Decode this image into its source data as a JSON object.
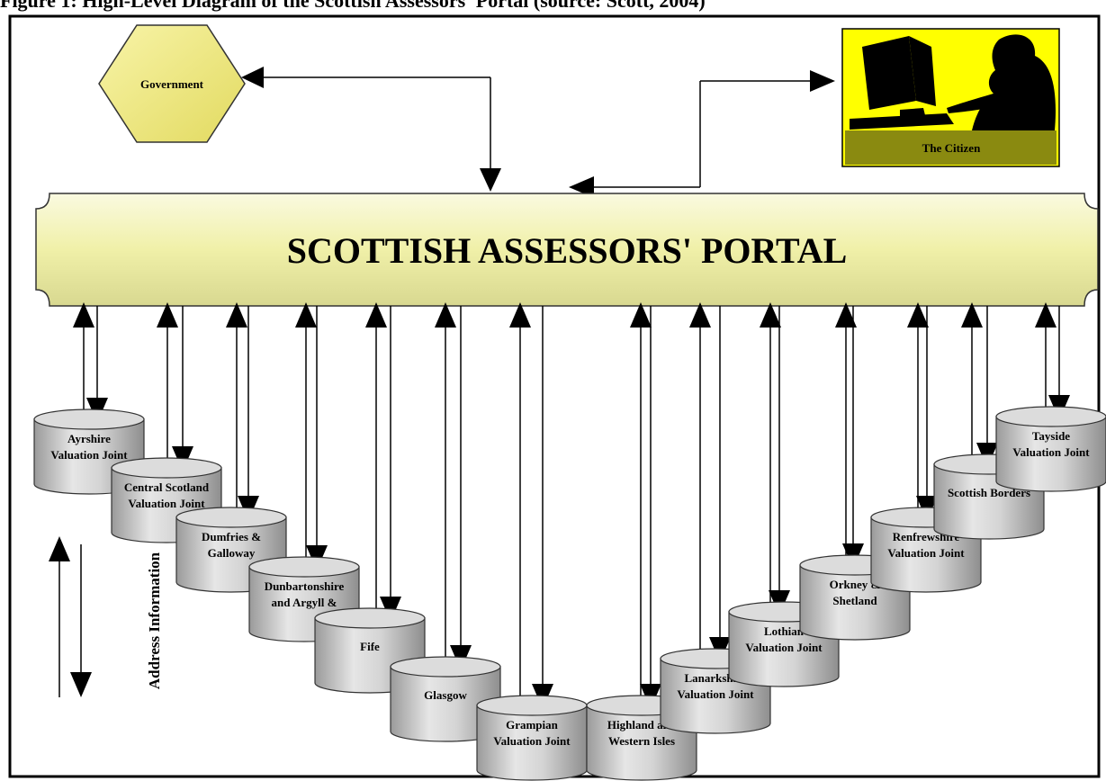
{
  "figure": {
    "title": "Figure 1: High-Level Diagram of the Scottish Assessors' Portal (source: Scott, 2004)"
  },
  "portal": {
    "label": "SCOTTISH ASSESSORS' PORTAL"
  },
  "government": {
    "label": "Government"
  },
  "citizen": {
    "label": "The Citizen"
  },
  "side_label": "Address Information",
  "colors": {
    "portal_fill": "#f0f0a8",
    "hexagon_fill": "#f2ee8a",
    "citizen_bg": "#ffff00",
    "citizen_label_bg": "#8a8a10",
    "database_fill": "#c8c8c8"
  },
  "boards": [
    {
      "lines": [
        "Ayrshire",
        "Valuation Joint"
      ]
    },
    {
      "lines": [
        "Central Scotland",
        "Valuation Joint"
      ]
    },
    {
      "lines": [
        "Dumfries &",
        "Galloway"
      ]
    },
    {
      "lines": [
        "Dunbartonshire",
        "and Argyll &"
      ]
    },
    {
      "lines": [
        "Fife"
      ]
    },
    {
      "lines": [
        "Glasgow"
      ]
    },
    {
      "lines": [
        "Grampian",
        "Valuation Joint"
      ]
    },
    {
      "lines": [
        "Highland and",
        "Western Isles"
      ]
    },
    {
      "lines": [
        "Lanarkshire",
        "Valuation Joint"
      ]
    },
    {
      "lines": [
        "Lothian",
        "Valuation Joint"
      ]
    },
    {
      "lines": [
        "Orkney &",
        "Shetland"
      ]
    },
    {
      "lines": [
        "Renfrewshire",
        "Valuation Joint"
      ]
    },
    {
      "lines": [
        "Scottish Borders"
      ]
    },
    {
      "lines": [
        "Tayside",
        "Valuation Joint"
      ]
    }
  ]
}
